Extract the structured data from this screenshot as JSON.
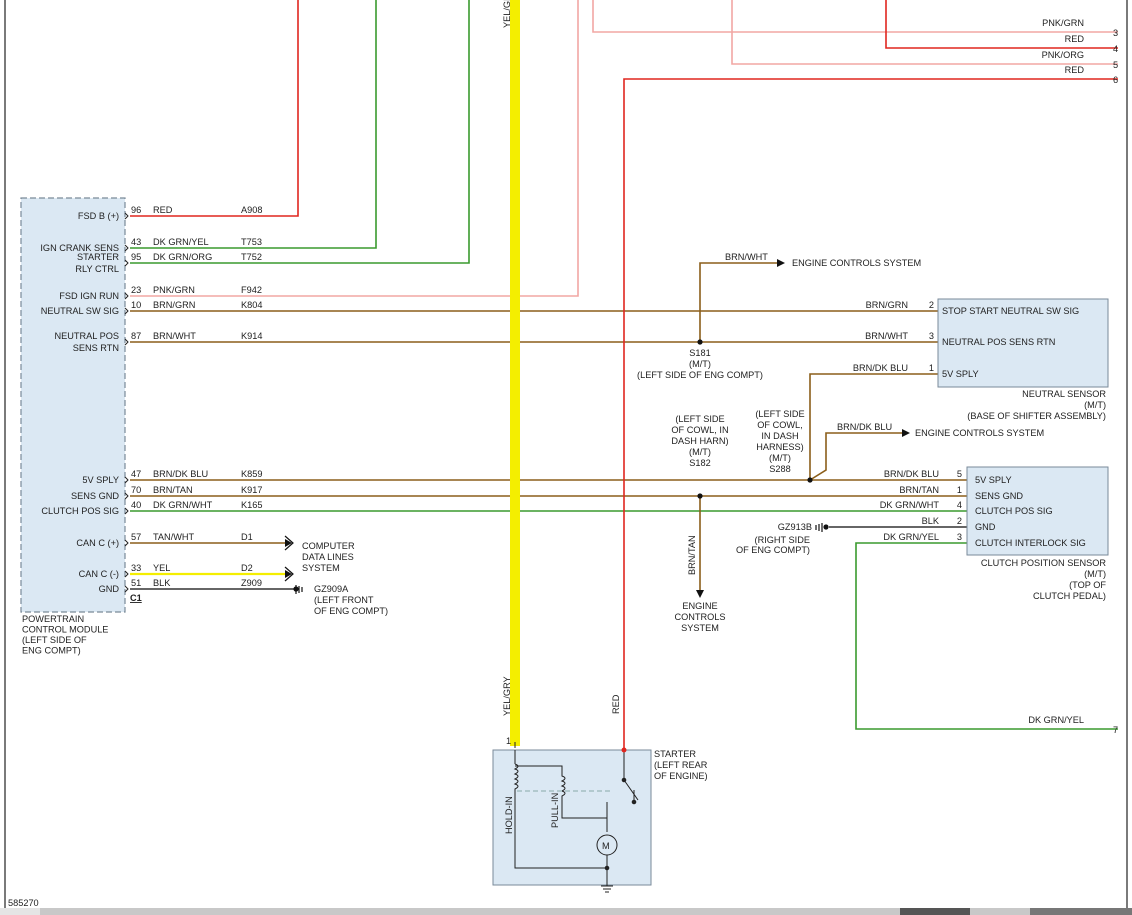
{
  "diagram_id": "585270",
  "pcm": {
    "name_lines": [
      "POWERTRAIN",
      "CONTROL MODULE",
      "(LEFT SIDE OF",
      "ENG COMPT)"
    ],
    "connector": "C1",
    "pins": [
      {
        "label": [
          "FSD B (+)"
        ],
        "pin": "96",
        "color": "RED",
        "circuit": "A908"
      },
      {
        "label": [
          "IGN CRANK SENS"
        ],
        "pin": "43",
        "color": "DK GRN/YEL",
        "circuit": "T753"
      },
      {
        "label": [
          "STARTER",
          "RLY CTRL"
        ],
        "pin": "95",
        "color": "DK GRN/ORG",
        "circuit": "T752"
      },
      {
        "label": [
          "FSD IGN RUN"
        ],
        "pin": "23",
        "color": "PNK/GRN",
        "circuit": "F942"
      },
      {
        "label": [
          "NEUTRAL SW SIG"
        ],
        "pin": "10",
        "color": "BRN/GRN",
        "circuit": "K804"
      },
      {
        "label": [
          "NEUTRAL POS",
          "SENS RTN"
        ],
        "pin": "87",
        "color": "BRN/WHT",
        "circuit": "K914"
      },
      {
        "label": [
          "5V SPLY"
        ],
        "pin": "47",
        "color": "BRN/DK BLU",
        "circuit": "K859"
      },
      {
        "label": [
          "SENS GND"
        ],
        "pin": "70",
        "color": "BRN/TAN",
        "circuit": "K917"
      },
      {
        "label": [
          "CLUTCH POS SIG"
        ],
        "pin": "40",
        "color": "DK GRN/WHT",
        "circuit": "K165"
      },
      {
        "label": [
          "CAN C (+)"
        ],
        "pin": "57",
        "color": "TAN/WHT",
        "circuit": "D1"
      },
      {
        "label": [
          "CAN C (-)"
        ],
        "pin": "33",
        "color": "YEL",
        "circuit": "D2"
      },
      {
        "label": [
          "GND"
        ],
        "pin": "51",
        "color": "BLK",
        "circuit": "Z909"
      }
    ]
  },
  "right_connector": [
    {
      "color": "PNK/GRN",
      "pin": "3"
    },
    {
      "color": "RED",
      "pin": "4"
    },
    {
      "color": "PNK/ORG",
      "pin": "5"
    },
    {
      "color": "RED",
      "pin": "6"
    },
    {
      "color": "DK GRN/YEL",
      "pin": "7"
    }
  ],
  "top_wire_label": "YEL/GRY",
  "neutral_sensor": {
    "pins": [
      {
        "pin": "2",
        "color": "BRN/GRN",
        "label": "STOP START NEUTRAL SW SIG"
      },
      {
        "pin": "3",
        "color": "BRN/WHT",
        "label": "NEUTRAL POS SENS RTN"
      },
      {
        "pin": "1",
        "color": "BRN/DK BLU",
        "label": "5V SPLY"
      }
    ],
    "name_lines": [
      "NEUTRAL SENSOR",
      "(M/T)",
      "(BASE OF SHIFTER ASSEMBLY)"
    ]
  },
  "clutch_sensor": {
    "pins": [
      {
        "pin": "5",
        "color": "BRN/DK BLU",
        "label": "5V SPLY"
      },
      {
        "pin": "1",
        "color": "BRN/TAN",
        "label": "SENS GND"
      },
      {
        "pin": "4",
        "color": "DK GRN/WHT",
        "label": "CLUTCH POS SIG"
      },
      {
        "pin": "2",
        "color": "BLK",
        "label": "GND"
      },
      {
        "pin": "3",
        "color": "DK GRN/YEL",
        "label": "CLUTCH INTERLOCK SIG"
      }
    ],
    "name_lines": [
      "CLUTCH POSITION SENSOR",
      "(M/T)",
      "(TOP OF",
      "CLUTCH PEDAL)"
    ]
  },
  "splice_s181": {
    "lines": [
      "S181",
      "(M/T)",
      "(LEFT SIDE OF ENG COMPT)"
    ]
  },
  "splice_s182": {
    "lines": [
      "(LEFT SIDE",
      "OF COWL, IN",
      "DASH HARN)",
      "(M/T)",
      "S182"
    ]
  },
  "splice_s288": {
    "lines": [
      "(LEFT SIDE",
      "OF COWL,",
      "IN DASH",
      "HARNESS)",
      "(M/T)",
      "S288"
    ]
  },
  "engine_controls_1": {
    "wire": "BRN/WHT",
    "text": "ENGINE CONTROLS SYSTEM"
  },
  "engine_controls_2": {
    "wire": "BRN/DK BLU",
    "text": "ENGINE CONTROLS SYSTEM"
  },
  "engine_controls_3": {
    "wire": "BRN/TAN",
    "lines": [
      "ENGINE",
      "CONTROLS",
      "SYSTEM"
    ]
  },
  "computer_data_lines": [
    "COMPUTER",
    "DATA LINES",
    "SYSTEM"
  ],
  "ground_gz909a": [
    "GZ909A",
    "(LEFT FRONT",
    "OF ENG COMPT)"
  ],
  "ground_gz913b": [
    "GZ913B",
    "(RIGHT SIDE",
    "OF ENG COMPT)"
  ],
  "starter": {
    "wire_left": "YEL/GRY",
    "wire_right": "RED",
    "pin": "1",
    "name_lines": [
      "STARTER",
      "(LEFT REAR",
      "OF ENGINE)"
    ],
    "hold_in": "HOLD-IN",
    "pull_in": "PULL-IN",
    "motor": "M"
  },
  "colors": {
    "red": "#e0261f",
    "green": "#3a9a2e",
    "pink": "#f2a7a4",
    "brown": "#8b5e1a",
    "yellow": "#f4ee00",
    "module_fill": "#dbe8f3"
  }
}
